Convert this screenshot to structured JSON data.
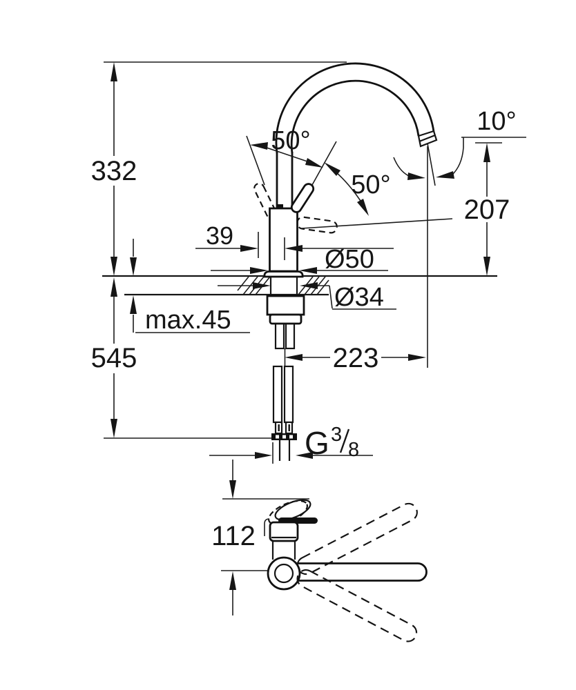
{
  "drawing": {
    "type": "technical-dimension-drawing",
    "subject": "single-lever kitchen sink mixer, high C-spout, front elevation and plan view",
    "units": "mm",
    "labels": {
      "spout_height": "332",
      "total_height": "545",
      "counter_max": "max.45",
      "handle_offset": "39",
      "base_diameter": "Ø50",
      "hole_diameter": "Ø34",
      "projection": "223",
      "outlet_height": "207",
      "spout_tilt": "10°",
      "handle_open_angle": "50°",
      "handle_travel_angle": "50°",
      "plan_offset": "112",
      "thread_G": "G",
      "thread_numerator": "3",
      "thread_denominator": "8"
    },
    "colors": {
      "line": "#161616",
      "background": "#ffffff"
    }
  }
}
